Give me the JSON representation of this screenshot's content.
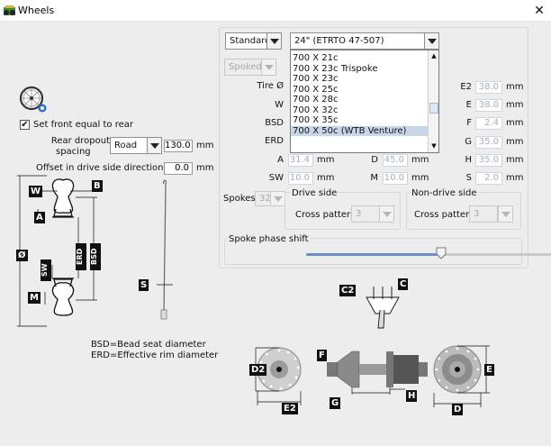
{
  "window": {
    "title": "Wheels",
    "close_glyph": "✕"
  },
  "left": {
    "set_front_equal_label": "Set front equal to rear",
    "rear_dropout_label": "Rear dropout",
    "rear_dropout_label2": "spacing",
    "dropout_type": "Road",
    "dropout_value": "130.0",
    "dropout_unit": "mm",
    "offset_label": "Offset in drive side direction",
    "offset_value": "0.0",
    "offset_unit": "mm",
    "bsd_note": "BSD=Bead seat diameter",
    "erd_note": "ERD=Effective rim diameter",
    "diagram_labels": {
      "W": "W",
      "B": "B",
      "A": "A",
      "diameter": "Ø",
      "ERD": "ERD",
      "BSD": "BSD",
      "SW": "SW",
      "M": "M",
      "S": "S"
    }
  },
  "top": {
    "standard": "Standard",
    "size": "24\" (ETRTO 47-507)",
    "spoked": "Spoked",
    "size_list": [
      "700 X 21c",
      "700 X 23c Trispoke",
      "700 X 23c",
      "700 X 25c",
      "700 X 28c",
      "700 X 32c",
      "700 X 35c",
      "700 X 50c (WTB Venture)"
    ]
  },
  "params": {
    "tire_label": "Tire Ø",
    "w_label": "W",
    "bsd_label": "BSD",
    "erd_label": "ERD",
    "a_label": "A",
    "a_value": "31.4",
    "sw_label": "SW",
    "sw_value": "10.0",
    "d_label": "D",
    "d_value": "45.0",
    "m_label": "M",
    "m_value": "10.0",
    "e2_label": "E2",
    "e2_value": "38.0",
    "e_label": "E",
    "e_value": "38.0",
    "f_label": "F",
    "f_value": "2.4",
    "g_label": "G",
    "g_value": "35.0",
    "h_label": "H",
    "h_value": "35.0",
    "s_label": "S",
    "s_value": "2.0",
    "unit": "mm"
  },
  "spokes": {
    "label": "Spokes",
    "count": "32",
    "drive_side": "Drive side",
    "non_drive_side": "Non-drive side",
    "cross_label": "Cross pattern",
    "drive_cross": "3",
    "non_drive_cross": "3",
    "phase_label": "Spoke phase shift",
    "phase_value": 0.52
  },
  "hub_labels": {
    "C2": "C2",
    "C": "C",
    "F": "F",
    "D2": "D2",
    "E": "E",
    "E2": "E2",
    "G": "G",
    "H": "H",
    "D": "D"
  },
  "colors": {
    "accent": "#c8d6ea",
    "disabled_text": "#a0b0c8"
  }
}
